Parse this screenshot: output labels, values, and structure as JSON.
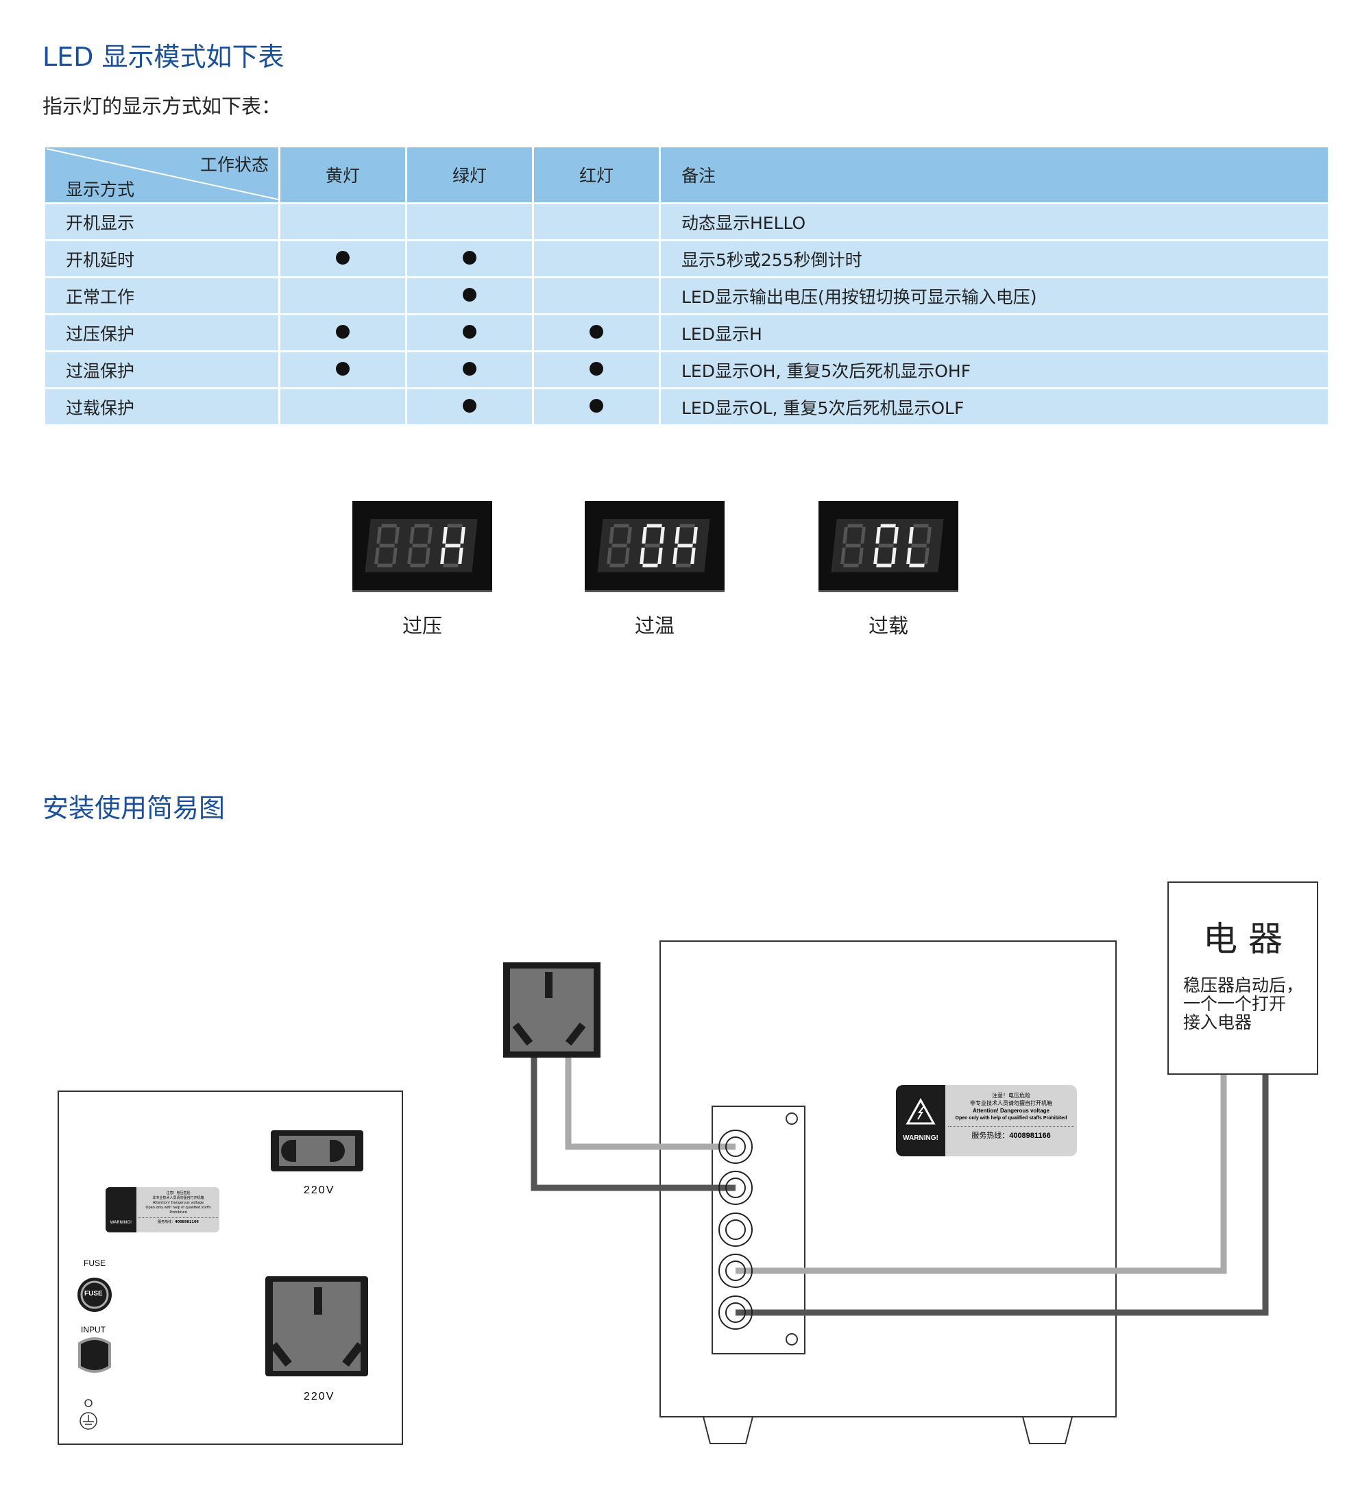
{
  "section1": {
    "title": "LED  显示模式如下表",
    "subtitle": "指示灯的显示方式如下表："
  },
  "table": {
    "corner_top": "工作状态",
    "corner_bottom": "显示方式",
    "headers": [
      "黄灯",
      "绿灯",
      "红灯",
      "备注"
    ],
    "rows": [
      {
        "mode": "开机显示",
        "yellow": false,
        "green": false,
        "red": false,
        "note": "动态显示HELLO"
      },
      {
        "mode": "开机延时",
        "yellow": true,
        "green": true,
        "red": false,
        "note": "显示5秒或255秒倒计时"
      },
      {
        "mode": "正常工作",
        "yellow": false,
        "green": true,
        "red": false,
        "note": "LED显示输出电压(用按钮切换可显示输入电压)"
      },
      {
        "mode": "过压保护",
        "yellow": true,
        "green": true,
        "red": true,
        "note": "LED显示H"
      },
      {
        "mode": "过温保护",
        "yellow": true,
        "green": true,
        "red": true,
        "note": "LED显示OH, 重复5次后死机显示OHF"
      },
      {
        "mode": "过载保护",
        "yellow": false,
        "green": true,
        "red": true,
        "note": "LED显示OL, 重复5次后死机显示OLF"
      }
    ]
  },
  "led_examples": [
    {
      "label": "过压",
      "display": "H"
    },
    {
      "label": "过温",
      "display": "OH"
    },
    {
      "label": "过载",
      "display": "OL"
    }
  ],
  "section2": {
    "title": "安装使用简易图"
  },
  "panel": {
    "socket_top_label": "220V",
    "socket_bottom_label": "220V",
    "fuse_label": "FUSE",
    "fuse_button": "FUSE",
    "input_label": "INPUT"
  },
  "warning": {
    "badge": "WARNING!",
    "line1": "注意！电压危险",
    "line2": "非专业技术人员请勿擅自打开机箱",
    "line3": "Attention! Dangerous voltage",
    "line4": "Open only with help of qualified staffs Prohibited",
    "hotline_label": "服务热线：",
    "hotline": "4008981166"
  },
  "appliance": {
    "title": "电 器",
    "note_lines": [
      "稳压器启动后，",
      "一个一个打开",
      "接入电器"
    ]
  },
  "colors": {
    "title": "#1a4f9a",
    "header": "#8fc4e8",
    "row": "#c8e3f5",
    "wire_light": "#aaaaab",
    "wire_dark": "#555555"
  }
}
